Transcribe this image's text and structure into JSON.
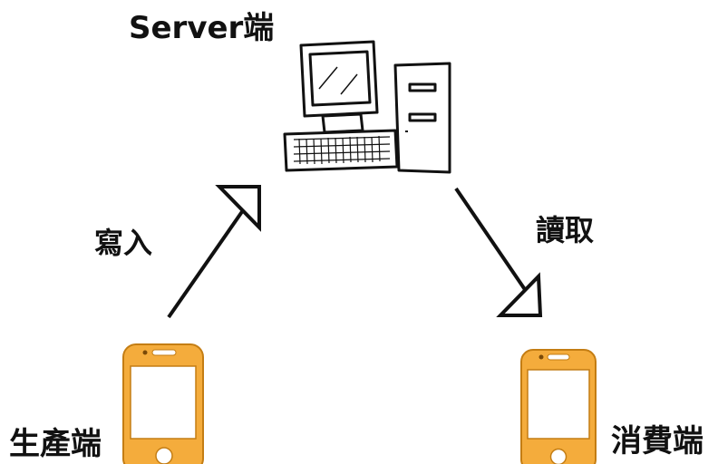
{
  "server": {
    "label": "Server端",
    "icon": "computer-icon"
  },
  "producer": {
    "label": "生產端",
    "icon": "phone-icon"
  },
  "consumer": {
    "label": "消費端",
    "icon": "phone-icon"
  },
  "edges": {
    "write": {
      "label": "寫入",
      "from": "producer",
      "to": "server"
    },
    "read": {
      "label": "讀取",
      "from": "server",
      "to": "consumer"
    }
  },
  "colors": {
    "phone_body": "#f4ac3c",
    "phone_outline": "#c47d13",
    "stroke": "#111111"
  }
}
